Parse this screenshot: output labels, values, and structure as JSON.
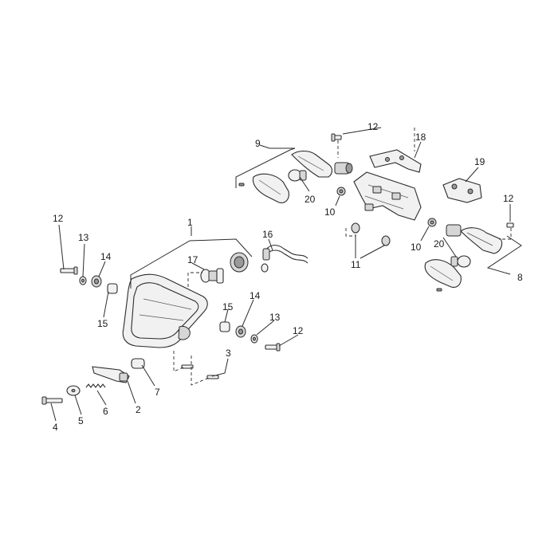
{
  "callouts": {
    "c1": "1",
    "c2": "2",
    "c3": "3",
    "c4": "4",
    "c5": "5",
    "c6": "6",
    "c7": "7",
    "c8": "8",
    "c9": "9",
    "c10a": "10",
    "c10b": "10",
    "c11": "11",
    "c12a": "12",
    "c12b": "12",
    "c12c": "12",
    "c12d": "12",
    "c13a": "13",
    "c13b": "13",
    "c14a": "14",
    "c14b": "14",
    "c15a": "15",
    "c15b": "15",
    "c16": "16",
    "c17": "17",
    "c18": "18",
    "c19": "19",
    "c20a": "20",
    "c20b": "20"
  }
}
